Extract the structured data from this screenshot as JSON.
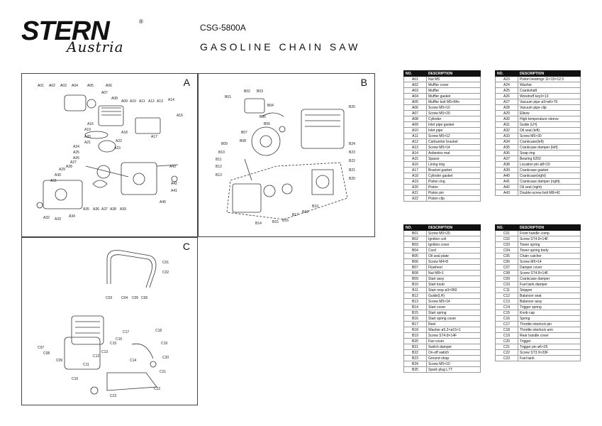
{
  "brand": {
    "name": "STERN",
    "sub": "Austria",
    "reg": "®"
  },
  "model": "CSG-5800A",
  "title": "GASOLINE CHAIN SAW",
  "panels": {
    "a": "A",
    "b": "B",
    "c": "C"
  },
  "columns": {
    "no": "NO.",
    "desc": "DESCRIPTION"
  },
  "callouts_a": [
    "A01",
    "A02",
    "A03",
    "A04",
    "A05",
    "A06",
    "A07",
    "A08",
    "A09",
    "A10",
    "A11",
    "A12",
    "A13",
    "A14",
    "A15",
    "A16",
    "A17",
    "A18",
    "A19",
    "A20",
    "A21",
    "A22",
    "A23",
    "A24",
    "A25",
    "A26",
    "A27",
    "A28",
    "A29",
    "A30",
    "A31",
    "A32",
    "A33",
    "A34",
    "A35",
    "A36",
    "A37",
    "A38",
    "A39",
    "A40",
    "A41",
    "A42",
    "A43"
  ],
  "callouts_b": [
    "B01",
    "B02",
    "B03",
    "B04",
    "B05",
    "B06",
    "B07",
    "B08",
    "B09",
    "B10",
    "B11",
    "B12",
    "B13",
    "B14",
    "B15",
    "B16",
    "B17",
    "B18",
    "B19",
    "B20",
    "B21",
    "B22",
    "B23",
    "B24",
    "B25"
  ],
  "callouts_c": [
    "C01",
    "C02",
    "C03",
    "C04",
    "C05",
    "C06",
    "C07",
    "C08",
    "C09",
    "C10",
    "C11",
    "C12",
    "C13",
    "C14",
    "C15",
    "C16",
    "C17",
    "C18",
    "C19",
    "C20",
    "C21",
    "C22",
    "C23"
  ],
  "table_a1": [
    [
      "A01",
      "Nut M5"
    ],
    [
      "A02",
      "Muffler cover"
    ],
    [
      "A03",
      "Muffler"
    ],
    [
      "A04",
      "Muffler gasket"
    ],
    [
      "A05",
      "Muffler bolt M5×84v"
    ],
    [
      "A06",
      "Screw M5×10"
    ],
    [
      "A07",
      "Screw M5×20"
    ],
    [
      "A08",
      "Cylinder"
    ],
    [
      "A09",
      "Inlet pipe gasket"
    ],
    [
      "A10",
      "Inlet pipe"
    ],
    [
      "A11",
      "Screw M5×12"
    ],
    [
      "A12",
      "Carburetor bracket"
    ],
    [
      "A13",
      "Screw M5×14"
    ],
    [
      "A14",
      "Asbestos mat"
    ],
    [
      "A15",
      "Spacer"
    ],
    [
      "A16",
      "Lining ring"
    ],
    [
      "A17",
      "Bracket gasket"
    ],
    [
      "A18",
      "Cylinder gasket"
    ],
    [
      "A19",
      "Piston ring"
    ],
    [
      "A20",
      "Piston"
    ],
    [
      "A21",
      "Piston pin"
    ],
    [
      "A22",
      "Piston clip"
    ]
  ],
  "table_a2": [
    [
      "A23",
      "Piston bearings 11×15×12.5"
    ],
    [
      "A24",
      "Washer"
    ],
    [
      "A25",
      "Crankshaft"
    ],
    [
      "A26",
      "Woodruff key3×13"
    ],
    [
      "A27",
      "Vacuum pipe ø3×ø6×70"
    ],
    [
      "A28",
      "Vacuum pipe clip"
    ],
    [
      "A29",
      "Elbow"
    ],
    [
      "A30",
      "High-temperature sleeve"
    ],
    [
      "A31",
      "Guide (LH)"
    ],
    [
      "A32",
      "Oil seal (left)"
    ],
    [
      "A33",
      "Screw M5×30"
    ],
    [
      "A34",
      "Crankcase(left)"
    ],
    [
      "A35",
      "Crankcase damper (left)"
    ],
    [
      "A36",
      "Snap ring"
    ],
    [
      "A37",
      "Bearing 6202"
    ],
    [
      "A38",
      "Location pin ø8×10"
    ],
    [
      "A39",
      "Crankcase gasket"
    ],
    [
      "A40",
      "Crankcase(right)"
    ],
    [
      "A41",
      "Crankcase damper (right)"
    ],
    [
      "A42",
      "Oil seal (right)"
    ],
    [
      "A43",
      "Double-screw bolt M8×42"
    ]
  ],
  "table_b": [
    [
      "B01",
      "Screw M5×20"
    ],
    [
      "B02",
      "Ignition coil"
    ],
    [
      "B03",
      "Ignition cover"
    ],
    [
      "B04",
      "Cord"
    ],
    [
      "B05",
      "Oil seal plate"
    ],
    [
      "B06",
      "Screw M4×8"
    ],
    [
      "B07",
      "Flywheel"
    ],
    [
      "B08",
      "Nut M8×1"
    ],
    [
      "B09",
      "Start assy"
    ],
    [
      "B10",
      "Start knob"
    ],
    [
      "B11",
      "Start roop ø3×950"
    ],
    [
      "B12",
      "Guide(LH)"
    ],
    [
      "B13",
      "Screw M5×14"
    ],
    [
      "B14",
      "Start cover"
    ],
    [
      "B15",
      "Start spring"
    ],
    [
      "B16",
      "Start spring cover"
    ],
    [
      "B17",
      "Reel"
    ],
    [
      "B18",
      "Washer ø5.2×ø15×1"
    ],
    [
      "B19",
      "Screw ST4.8×14F"
    ],
    [
      "B20",
      "Fan cover"
    ],
    [
      "B21",
      "Switch damper"
    ],
    [
      "B22",
      "On-off switch"
    ],
    [
      "B23",
      "Ground strap"
    ],
    [
      "B24",
      "Screw M5×10"
    ],
    [
      "B25",
      "Spark plug L7T"
    ]
  ],
  "table_c": [
    [
      "C01",
      "Front handle comp"
    ],
    [
      "C02",
      "Screw ST4.8×14F"
    ],
    [
      "C03",
      "Tower spring"
    ],
    [
      "C04",
      "Tower spring body"
    ],
    [
      "C05",
      "Chain catcher"
    ],
    [
      "C06",
      "Screw M5×14"
    ],
    [
      "C07",
      "Damper cover"
    ],
    [
      "C08",
      "Screw ST4.8×14F"
    ],
    [
      "C09",
      "Crankcase damper"
    ],
    [
      "C10",
      "Fuel tank damper"
    ],
    [
      "C11",
      "Stopper"
    ],
    [
      "C12",
      "Balancer seat"
    ],
    [
      "C13",
      "Balancer assy"
    ],
    [
      "C14",
      "Trigger spring"
    ],
    [
      "C15",
      "Knob cap"
    ],
    [
      "C16",
      "Spring"
    ],
    [
      "C17",
      "Throttle interlock pin"
    ],
    [
      "C18",
      "Throttle interlock arm"
    ],
    [
      "C19",
      "Rear handle cover"
    ],
    [
      "C20",
      "Trigger"
    ],
    [
      "C21",
      "Trigger pin ø6×25"
    ],
    [
      "C22",
      "Screw ST3.9×20F"
    ],
    [
      "C23",
      "Fuel tank"
    ]
  ]
}
